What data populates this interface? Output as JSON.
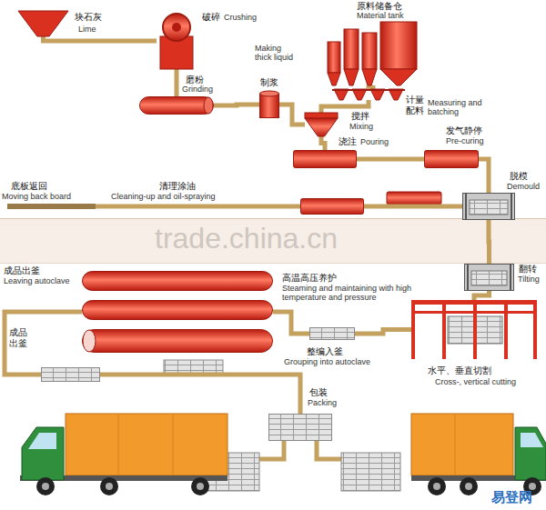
{
  "diagram": {
    "nodes": [
      {
        "text": [
          "块石灰",
          "Lime"
        ]
      },
      {
        "text": [
          "破碎",
          "Crushing"
        ]
      },
      {
        "text": [
          "磨粉",
          "Grinding"
        ]
      },
      {
        "text": [
          "Making thick liquid",
          "制浆"
        ]
      },
      {
        "text": [
          "原料储备仓",
          "Material tank"
        ]
      },
      {
        "text": [
          "计量 配料",
          "Measuring and batching"
        ]
      },
      {
        "text": [
          "搅拌",
          "Mixing"
        ]
      },
      {
        "text": [
          "浇注",
          "Pouring"
        ]
      },
      {
        "text": [
          "发气静停",
          "Pre-curing"
        ]
      },
      {
        "text": [
          "脱模",
          "Demould"
        ]
      },
      {
        "text": [
          "翻转",
          "Tilting"
        ]
      },
      {
        "text": [
          "水平、垂直切割",
          "Cross-, vertical cutting"
        ]
      },
      {
        "text": [
          "整编入釜",
          "Grouping into autoclave"
        ]
      },
      {
        "text": [
          "高温高压养护",
          "Steaming and maintaining with high temperature and pressure"
        ]
      },
      {
        "text": [
          "成品出釜",
          "Leaving autoclave"
        ]
      },
      {
        "text": [
          "包装",
          "Packing"
        ]
      },
      {
        "text": [
          "清理涂油",
          "Cleaning-up and oil-spraying"
        ]
      },
      {
        "text": [
          "底板返回",
          "Moving back board"
        ]
      }
    ],
    "edges": [
      {
        "from": 0,
        "to": 1,
        "arrow": "none"
      },
      {
        "from": 1,
        "to": 2,
        "arrow": "none"
      },
      {
        "from": 2,
        "to": 3,
        "arrow": "none"
      },
      {
        "from": 3,
        "to": 6,
        "arrow": "none"
      },
      {
        "from": 4,
        "to": 5,
        "arrow": "none"
      },
      {
        "from": 5,
        "to": 6,
        "arrow": "none"
      },
      {
        "from": 6,
        "to": 7,
        "arrow": "none"
      },
      {
        "from": 7,
        "to": 8,
        "arrow": "none"
      },
      {
        "from": 8,
        "to": 9,
        "arrow": "none"
      },
      {
        "from": 9,
        "to": 10,
        "arrow": "none"
      },
      {
        "from": 10,
        "to": 11,
        "arrow": "none"
      },
      {
        "from": 11,
        "to": 12,
        "arrow": "none"
      },
      {
        "from": 12,
        "to": 13,
        "arrow": "none"
      },
      {
        "from": 13,
        "to": 14,
        "arrow": "none"
      },
      {
        "from": 14,
        "to": 15,
        "arrow": "none"
      },
      {
        "from": 9,
        "to": 16,
        "arrow": "none"
      },
      {
        "from": 16,
        "to": 17,
        "arrow": "none"
      }
    ],
    "labels": [
      "成品 出釜",
      "trade.china.cn",
      "易登网"
    ]
  }
}
